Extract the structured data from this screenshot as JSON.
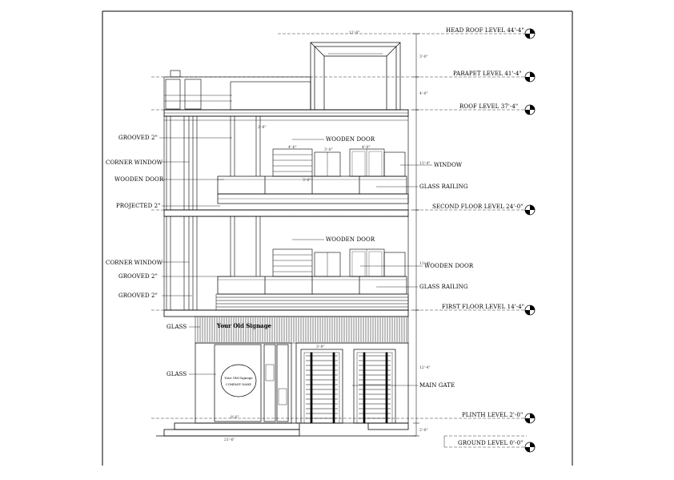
{
  "sheet": {
    "levels": [
      {
        "id": "head-roof",
        "label": "HEAD ROOF LEVEL 44'-4\""
      },
      {
        "id": "parapet",
        "label": "PARAPET LEVEL 41'-4\""
      },
      {
        "id": "roof",
        "label": "ROOF LEVEL 37'-4\""
      },
      {
        "id": "second-floor",
        "label": "SECOND FLOOR  LEVEL 24'-0\""
      },
      {
        "id": "first-floor",
        "label": "FIRST FLOOR  LEVEL 14'-4\""
      },
      {
        "id": "plinth",
        "label": "PLINTH LEVEL 2'-0\""
      },
      {
        "id": "ground",
        "label": "GROUND LEVEL 0'-0\""
      }
    ],
    "left_labels": [
      {
        "id": "grooved-2-upper",
        "text": "GROOVED 2\""
      },
      {
        "id": "corner-window-upper",
        "text": "CORNER WINDOW"
      },
      {
        "id": "wooden-door-left",
        "text": "WOODEN DOOR"
      },
      {
        "id": "projected-2",
        "text": "PROJECTED 2\""
      },
      {
        "id": "corner-window-lower",
        "text": "CORNER WINDOW"
      },
      {
        "id": "grooved-2-mid",
        "text": "GROOVED 2\""
      },
      {
        "id": "grooved-2-lower",
        "text": "GROOVED 2\""
      },
      {
        "id": "glass-upper",
        "text": "GLASS"
      },
      {
        "id": "glass-lower",
        "text": "GLASS"
      }
    ],
    "right_labels": [
      {
        "id": "wooden-door-top",
        "text": "WOODEN DOOR"
      },
      {
        "id": "window",
        "text": "WINDOW"
      },
      {
        "id": "glass-railing-upper",
        "text": "GLASS RAILING"
      },
      {
        "id": "wooden-door-mid",
        "text": "WOODEN DOOR"
      },
      {
        "id": "wooden-door-right",
        "text": "WOODEN DOOR"
      },
      {
        "id": "glass-railing-lower",
        "text": "GLASS RAILING"
      },
      {
        "id": "main-gate",
        "text": "MAIN GATE"
      }
    ],
    "shop": {
      "sign_text": "Your Old Signage",
      "logo_line1": "Your Old Signage",
      "logo_line2": "COMPANY NAME"
    },
    "dimensions": {
      "top_width": "12'-0\"",
      "head_roof_height": "3'-0\"",
      "roof_height": "4'-0\"",
      "storey_upper": "13'-4\"",
      "storey_lower": "11'-4\"",
      "ground_storey": "12'-4\"",
      "plinth": "2'-0\"",
      "base_width": "21'-6\"",
      "door_width_a": "4'-6\"",
      "door_width_b": "3'-0\"",
      "door_width_c": "4'-0\"",
      "window_h": "2'-6\"",
      "railing_h": "3'-0\"",
      "shop_width": "8'-6\"",
      "gate_w": "3'-9\""
    }
  }
}
